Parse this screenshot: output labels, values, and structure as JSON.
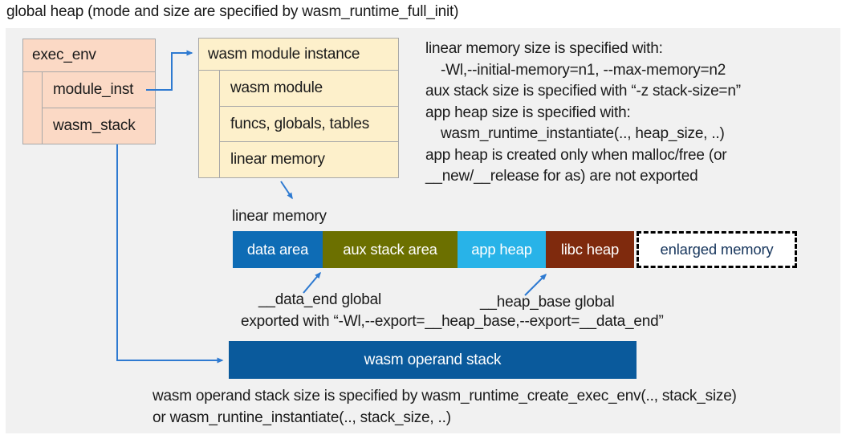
{
  "title": "global heap (mode and size are specified by wasm_runtime_full_init)",
  "exec_env": {
    "header": "exec_env",
    "rows": [
      "module_inst",
      "wasm_stack"
    ]
  },
  "module_instance": {
    "header": "wasm module instance",
    "rows": [
      "wasm module",
      "funcs, globals, tables",
      "linear memory"
    ]
  },
  "notes": {
    "lines": [
      "linear memory size is specified with:",
      "-Wl,--initial-memory=n1, --max-memory=n2",
      "aux stack size is specified with “-z stack-size=n”",
      "app heap size is specified with:",
      "wasm_runtime_instantiate(.., heap_size, ..)",
      "app heap is created only when malloc/free (or",
      "__new/__release for as) are not exported"
    ]
  },
  "linear_memory": {
    "label": "linear memory",
    "segments": [
      {
        "label": "data area",
        "bg": "#0e6cb5",
        "fg": "#ffffff"
      },
      {
        "label": "aux stack area",
        "bg": "#6c7000",
        "fg": "#ffffff"
      },
      {
        "label": "app heap",
        "bg": "#28b3e8",
        "fg": "#ffffff"
      },
      {
        "label": "libc heap",
        "bg": "#7f2a0d",
        "fg": "#ffffff"
      },
      {
        "label": "enlarged memory",
        "bg": "#ffffff",
        "fg": "#16355c"
      }
    ]
  },
  "annotations": {
    "data_end_label": "__data_end global",
    "heap_base_label": "__heap_base global",
    "export_note": "exported with “-Wl,--export=__heap_base,--export=__data_end”"
  },
  "operand_stack": {
    "label": "wasm operand stack",
    "bg": "#0a5a9c"
  },
  "footer": {
    "lines": [
      "wasm operand stack size is specified by wasm_runtime_create_exec_env(.., stack_size)",
      "or wasm_runtine_instantiate(.., stack_size, ..)"
    ]
  },
  "colors": {
    "panel_bg": "#f1f1f1",
    "struct_fill": "#fbd9c5",
    "module_fill": "#fdf0cb",
    "box_border": "#a8a8a8",
    "arrow_blue": "#2e7ad1",
    "dashed_border": "#000000",
    "enlarged_text": "#16355c"
  }
}
